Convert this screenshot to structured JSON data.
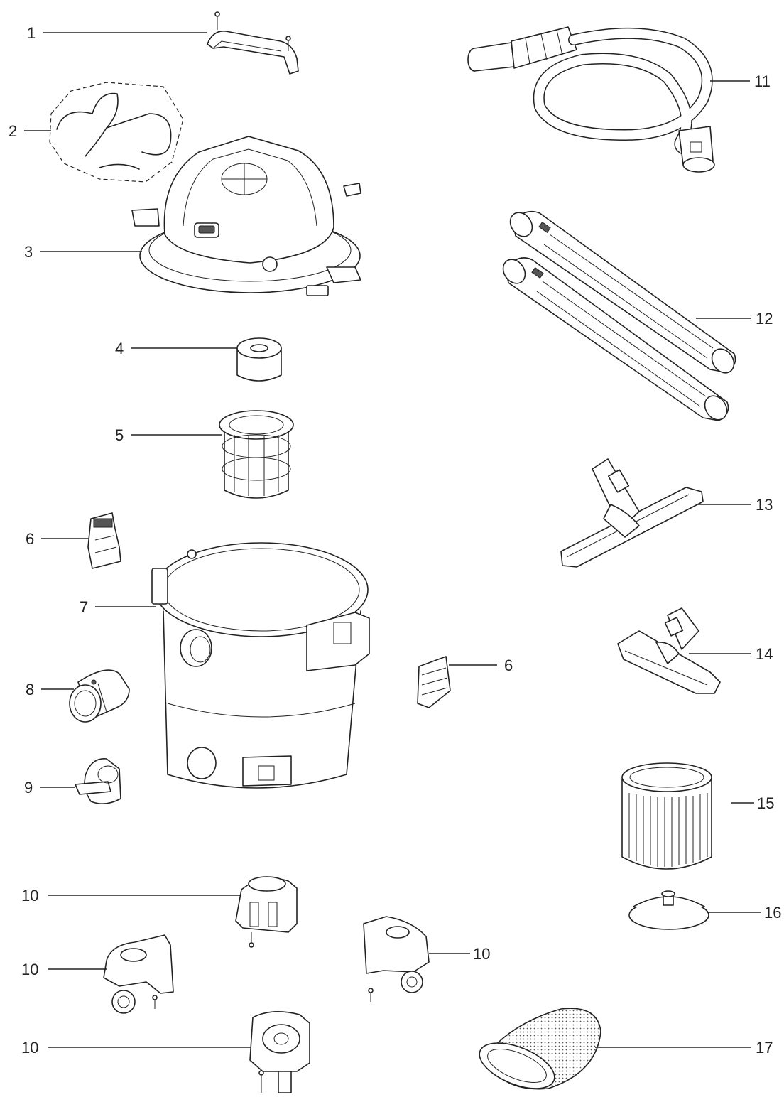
{
  "labels": [
    {
      "id": "l1",
      "text": "1"
    },
    {
      "id": "l2",
      "text": "2"
    },
    {
      "id": "l3",
      "text": "3"
    },
    {
      "id": "l4",
      "text": "4"
    },
    {
      "id": "l5",
      "text": "5"
    },
    {
      "id": "l6a",
      "text": "6"
    },
    {
      "id": "l7",
      "text": "7"
    },
    {
      "id": "l8",
      "text": "8"
    },
    {
      "id": "l9",
      "text": "9"
    },
    {
      "id": "l10a",
      "text": "10"
    },
    {
      "id": "l10b",
      "text": "10"
    },
    {
      "id": "l10c",
      "text": "10"
    },
    {
      "id": "l10d",
      "text": "10"
    },
    {
      "id": "l11",
      "text": "11"
    },
    {
      "id": "l12",
      "text": "12"
    },
    {
      "id": "l13",
      "text": "13"
    },
    {
      "id": "l6b",
      "text": "6"
    },
    {
      "id": "l14",
      "text": "14"
    },
    {
      "id": "l15",
      "text": "15"
    },
    {
      "id": "l16",
      "text": "16"
    },
    {
      "id": "l17",
      "text": "17"
    }
  ],
  "parts": [
    {
      "icon": "handle-icon"
    },
    {
      "icon": "cord-wrap-icon"
    },
    {
      "icon": "powerhead-icon"
    },
    {
      "icon": "foam-filter-icon"
    },
    {
      "icon": "filter-cage-icon"
    },
    {
      "icon": "latch-icon"
    },
    {
      "icon": "tank-icon"
    },
    {
      "icon": "inlet-adapter-icon"
    },
    {
      "icon": "drain-cap-icon"
    },
    {
      "icon": "caster-icon"
    },
    {
      "icon": "hose-icon"
    },
    {
      "icon": "extension-wand-icon"
    },
    {
      "icon": "floor-nozzle-icon"
    },
    {
      "icon": "utility-nozzle-icon"
    },
    {
      "icon": "cartridge-filter-icon"
    },
    {
      "icon": "filter-lid-icon"
    },
    {
      "icon": "filter-bag-icon"
    }
  ]
}
